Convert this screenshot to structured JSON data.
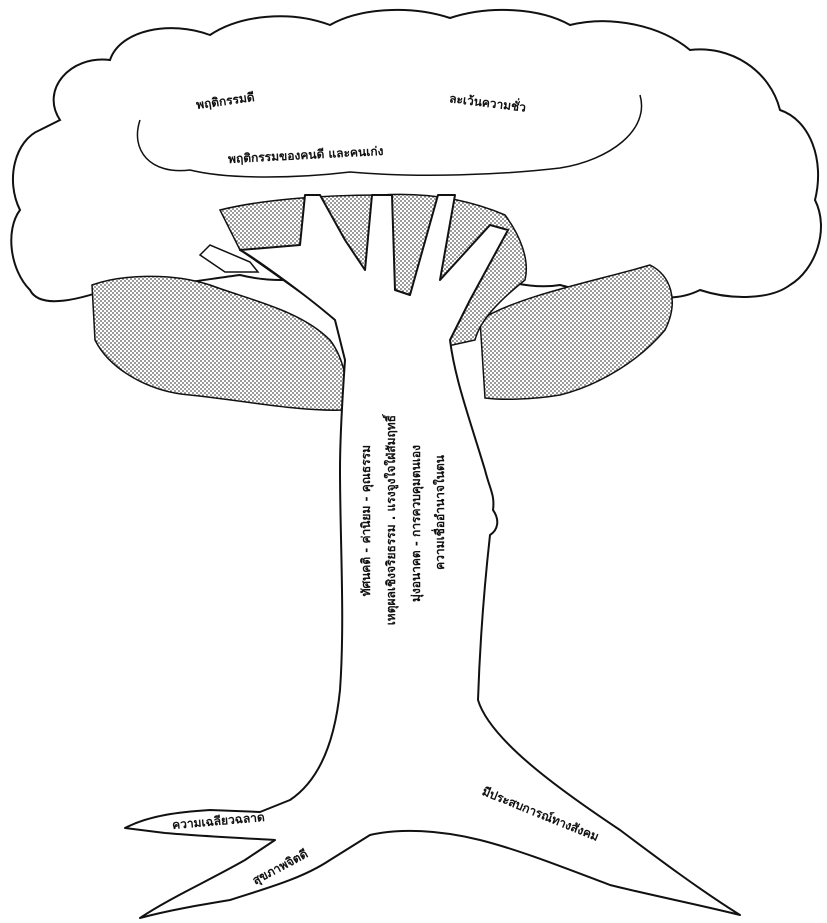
{
  "diagram": {
    "canopy_labels": {
      "good_behavior": "พฤติกรรมดี",
      "avoid_evil": "ละเว้นความชั่ว",
      "good_and_capable": "พฤติกรรมของคนดี และคนเก่ง"
    },
    "trunk_labels": {
      "attitude_values": "ทัศนคติ - ค่านิยม - คุณธรรม",
      "moral_reasoning": "เหตุผลเชิงจริยธรรม . แรงจูงใจใฝ่สัมฤทธิ์",
      "future_self_control": "มุ่งอนาคต - การควบคุมตนเอง",
      "internal_locus": "ความเชื่ออำนาจในตน"
    },
    "root_labels": {
      "intelligence": "ความเฉลียวฉลาด",
      "mental_health": "สุขภาพจิตดี",
      "social_experience": "มีประสบการณ์ทางสังคม"
    },
    "colors": {
      "stroke": "#111111",
      "stipple": "#555555",
      "background": "#ffffff"
    }
  }
}
